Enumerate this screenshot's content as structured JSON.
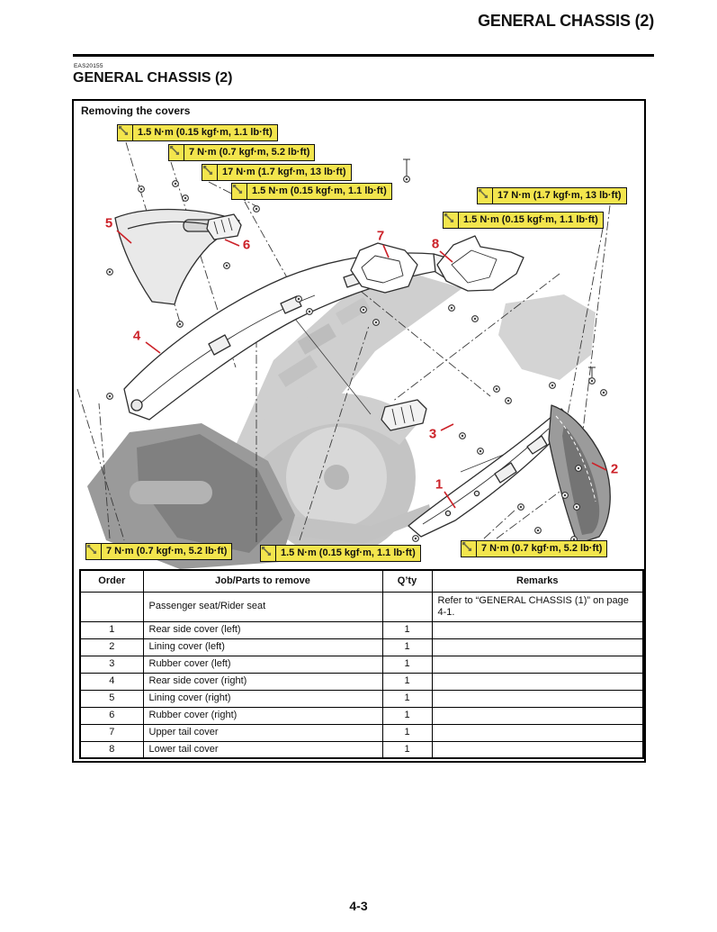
{
  "page": {
    "header_title": "GENERAL CHASSIS (2)",
    "section_code": "EAS20155",
    "section_title": "GENERAL CHASSIS (2)",
    "footer_page_number": "4-3"
  },
  "figure": {
    "title": "Removing the covers",
    "colors": {
      "torque_label_bg": "#f3e54d",
      "callout_red": "#cc2229"
    },
    "torque_labels": [
      {
        "text": "1.5 N·m (0.15 kgf·m, 1.1 lb·ft)"
      },
      {
        "text": "7 N·m (0.7 kgf·m, 5.2 lb·ft)"
      },
      {
        "text": "17 N·m (1.7 kgf·m, 13 lb·ft)"
      },
      {
        "text": "1.5 N·m (0.15 kgf·m, 1.1 lb·ft)"
      },
      {
        "text": "17 N·m (1.7 kgf·m, 13 lb·ft)"
      },
      {
        "text": "1.5 N·m (0.15 kgf·m, 1.1 lb·ft)"
      },
      {
        "text": "7 N·m (0.7 kgf·m, 5.2 lb·ft)"
      },
      {
        "text": "1.5 N·m (0.15 kgf·m, 1.1 lb·ft)"
      },
      {
        "text": "7 N·m (0.7 kgf·m, 5.2 lb·ft)"
      }
    ],
    "callouts": [
      {
        "label": "1"
      },
      {
        "label": "2"
      },
      {
        "label": "3"
      },
      {
        "label": "4"
      },
      {
        "label": "5"
      },
      {
        "label": "6"
      },
      {
        "label": "7"
      },
      {
        "label": "8"
      }
    ]
  },
  "table": {
    "headers": [
      "Order",
      "Job/Parts to remove",
      "Q’ty",
      "Remarks"
    ],
    "rows": [
      {
        "order": "",
        "job": "Passenger seat/Rider seat",
        "qty": "",
        "remarks": "Refer to “GENERAL CHASSIS (1)” on page 4-1."
      },
      {
        "order": "1",
        "job": "Rear side cover (left)",
        "qty": "1",
        "remarks": ""
      },
      {
        "order": "2",
        "job": "Lining cover (left)",
        "qty": "1",
        "remarks": ""
      },
      {
        "order": "3",
        "job": "Rubber cover (left)",
        "qty": "1",
        "remarks": ""
      },
      {
        "order": "4",
        "job": "Rear side cover (right)",
        "qty": "1",
        "remarks": ""
      },
      {
        "order": "5",
        "job": "Lining cover (right)",
        "qty": "1",
        "remarks": ""
      },
      {
        "order": "6",
        "job": "Rubber cover (right)",
        "qty": "1",
        "remarks": ""
      },
      {
        "order": "7",
        "job": "Upper tail cover",
        "qty": "1",
        "remarks": ""
      },
      {
        "order": "8",
        "job": "Lower tail cover",
        "qty": "1",
        "remarks": ""
      }
    ]
  }
}
